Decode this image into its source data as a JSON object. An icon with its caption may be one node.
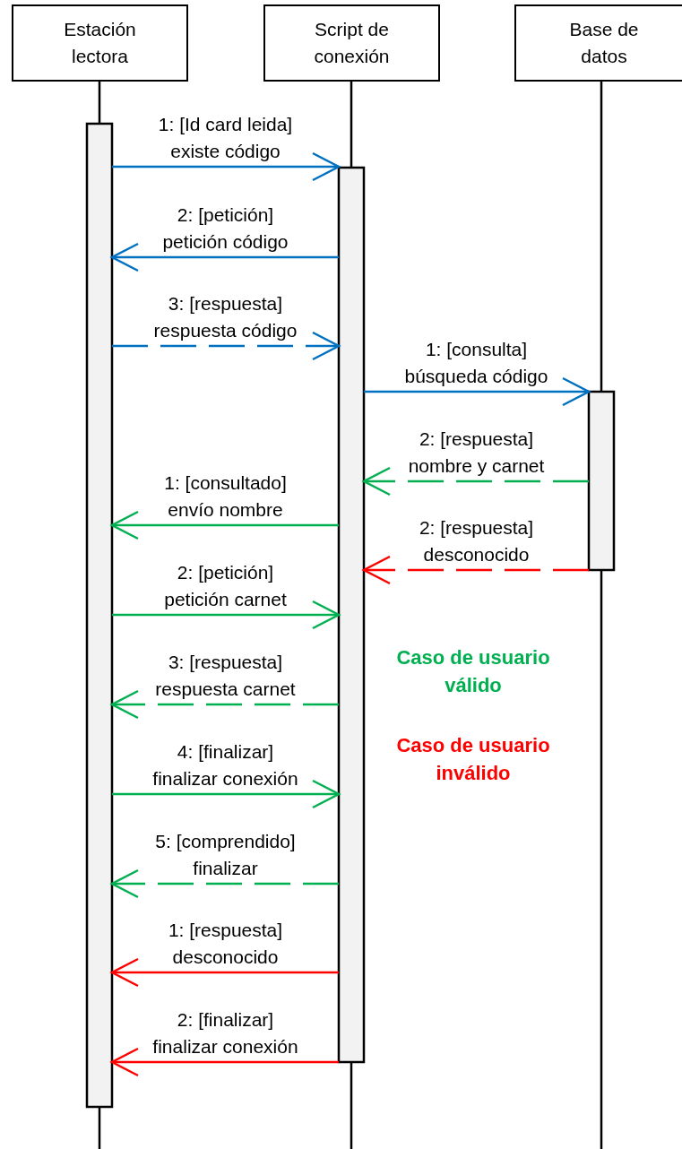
{
  "diagram": {
    "nodes": [
      {
        "text": [
          "Estación lectora"
        ]
      },
      {
        "text": [
          "Script de conexión"
        ]
      },
      {
        "text": [
          "Base de datos"
        ]
      },
      {
        "text": [],
        "shape": "bar"
      },
      {
        "text": [],
        "shape": "bar"
      },
      {
        "text": [],
        "shape": "bar"
      }
    ],
    "edges": [
      {
        "from": 3,
        "to": 4,
        "arrow": "to",
        "label": "1: [Id card leida] existe código",
        "color": "#0070c0"
      },
      {
        "from": 4,
        "to": 3,
        "arrow": "to",
        "label": "2: [petición] petición código",
        "color": "#0070c0"
      },
      {
        "from": 3,
        "to": 4,
        "arrow": "to",
        "label": "3: [respuesta] respuesta código",
        "style": "dashed",
        "color": "#0070c0"
      },
      {
        "from": 4,
        "to": 5,
        "arrow": "to",
        "label": "1: [consulta] búsqueda código",
        "color": "#0070c0"
      },
      {
        "from": 5,
        "to": 4,
        "arrow": "to",
        "label": "2: [respuesta] nombre y carnet",
        "style": "dashed"
      },
      {
        "from": 4,
        "to": 3,
        "arrow": "to",
        "label": "1: [consultado] envío nombre"
      },
      {
        "from": 5,
        "to": 4,
        "arrow": "to",
        "label": "2: [respuesta] desconocido",
        "style": "dashed",
        "color": "#ff0000"
      },
      {
        "from": 3,
        "to": 4,
        "arrow": "to",
        "label": "2: [petición] petición carnet"
      },
      {
        "from": 4,
        "to": 3,
        "arrow": "to",
        "label": "3: [respuesta] respuesta carnet",
        "style": "dashed"
      },
      {
        "from": 3,
        "to": 4,
        "arrow": "to",
        "label": "4: [finalizar] finalizar conexión"
      },
      {
        "from": 4,
        "to": 3,
        "arrow": "to",
        "label": "5: [comprendido] finalizar",
        "style": "dashed"
      },
      {
        "from": 4,
        "to": 3,
        "arrow": "to",
        "label": "1: [respuesta] desconocido",
        "color": "#ff0000"
      },
      {
        "from": 4,
        "to": 3,
        "arrow": "to",
        "label": "2: [finalizar] finalizar conexión",
        "color": "#ff0000"
      }
    ],
    "legend": [
      {
        "text": "Caso de usuario válido",
        "color": "#00b050"
      },
      {
        "text": "Caso de usuario inválido",
        "color": "#ff0000"
      }
    ]
  }
}
